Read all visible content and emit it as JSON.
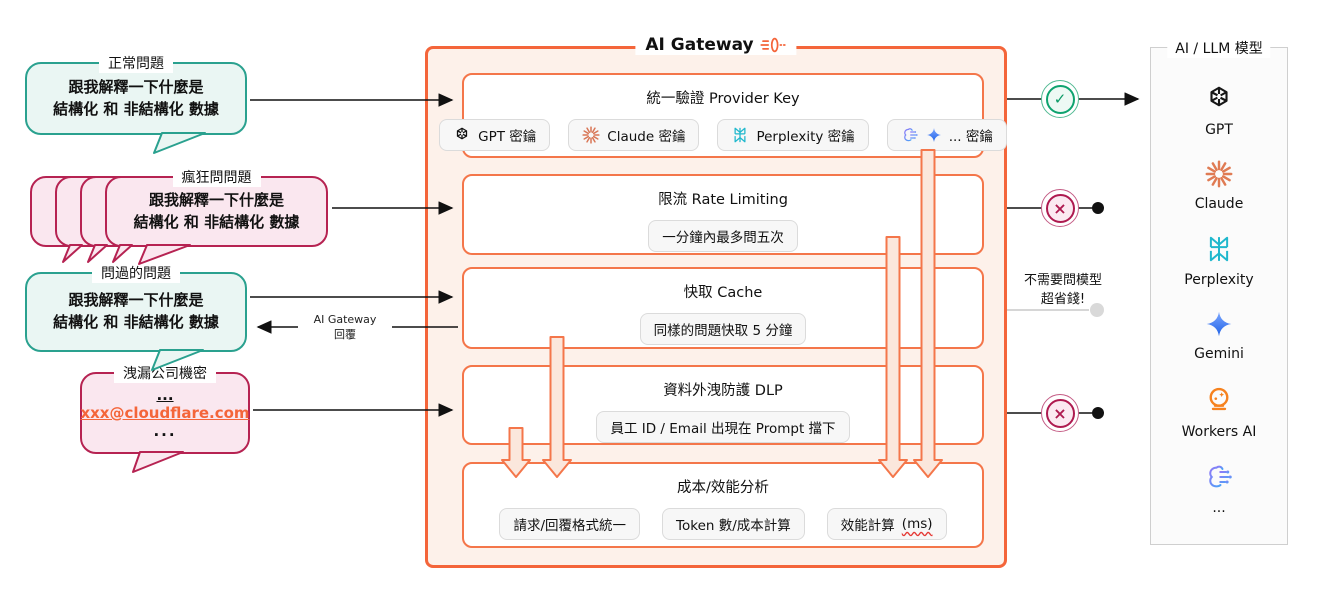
{
  "bubbles": [
    {
      "label": "正常問題",
      "line1": "跟我解釋一下什麼是",
      "line2": "結構化 和 非結構化 數據",
      "style": "teal"
    },
    {
      "label": "瘋狂問問題",
      "line1": "跟我解釋一下什麼是",
      "line2": "結構化 和 非結構化 數據",
      "style": "pink-stacked"
    },
    {
      "label": "問過的問題",
      "line1": "跟我解釋一下什麼是",
      "line2": "結構化 和 非結構化 數據",
      "style": "teal"
    },
    {
      "label": "洩漏公司機密",
      "redacted_prefix": "... ",
      "email": "xxx@cloudflare.com",
      "more": "...",
      "style": "pink"
    }
  ],
  "return_label": {
    "line1": "AI Gateway",
    "line2": "回覆"
  },
  "gateway": {
    "title": "AI Gateway",
    "sections": [
      {
        "title": "統一驗證 Provider Key",
        "chips": [
          {
            "icon": "openai-icon",
            "label": "GPT 密鑰"
          },
          {
            "icon": "claude-icon",
            "label": "Claude 密鑰"
          },
          {
            "icon": "perplexity-icon",
            "label": "Perplexity 密鑰"
          },
          {
            "icon": "brain-icon gemini-icon",
            "label": "... 密鑰"
          }
        ]
      },
      {
        "title": "限流 Rate Limiting",
        "chips": [
          {
            "label": "一分鐘內最多問五次"
          }
        ]
      },
      {
        "title": "快取 Cache",
        "chips": [
          {
            "label": "同樣的問題快取 5 分鐘"
          }
        ]
      },
      {
        "title": "資料外洩防護 DLP",
        "chips": [
          {
            "label": "員工 ID / Email 出現在 Prompt 擋下"
          }
        ]
      },
      {
        "title": "成本/效能分析",
        "chips": [
          {
            "label": "請求/回覆格式統一"
          },
          {
            "label": "Token 數/成本計算"
          },
          {
            "label": "效能計算 ",
            "suffix": "(ms)"
          }
        ]
      }
    ]
  },
  "annotations": {
    "cache_note_line1": "不需要問模型",
    "cache_note_line2": "超省錢!"
  },
  "status_icons": {
    "check": "✓",
    "cross": "×"
  },
  "models_panel": {
    "title": "AI / LLM 模型",
    "items": [
      {
        "icon": "openai-icon",
        "label": "GPT"
      },
      {
        "icon": "claude-icon",
        "label": "Claude"
      },
      {
        "icon": "perplexity-icon",
        "label": "Perplexity"
      },
      {
        "icon": "gemini-icon",
        "label": "Gemini"
      },
      {
        "icon": "workers-ai-icon",
        "label": "Workers AI"
      },
      {
        "icon": "brain-icon",
        "label": "..."
      }
    ]
  },
  "colors": {
    "gateway_orange": "#F4653A",
    "gateway_fill": "#FDF1EA",
    "flow_arrow_fill": "#FBE7DC",
    "teal_bubble_border": "#2AA18F",
    "teal_bubble_fill": "#EAF6F3",
    "pink_bubble_border": "#B62352",
    "pink_bubble_fill": "#FAE7EF",
    "success_green": "#0EA36F",
    "blocked_red": "#AE1A50",
    "email_orange": "#F4653A",
    "chip_fill": "#F7F7F7",
    "claude_orange": "#D97757",
    "perplexity_teal": "#20B8CD",
    "gemini_blue": "#3E7DF0",
    "workers_orange": "#F6821F"
  }
}
